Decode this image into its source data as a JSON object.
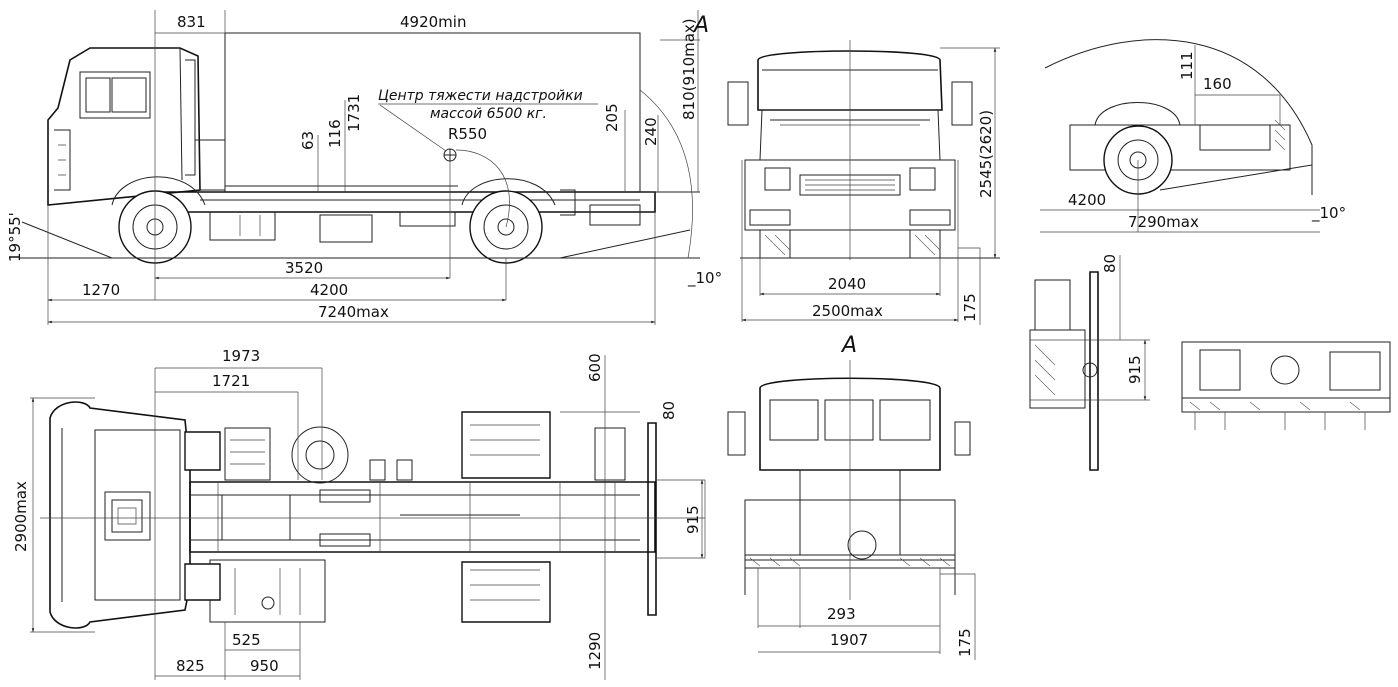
{
  "views": {
    "side": {
      "dims": {
        "cab_offset": "831",
        "body_length": "4920min",
        "height_a": "63",
        "height_b": "116",
        "height_c": "1731",
        "height_d": "205",
        "height_e": "240",
        "top_clear": "810(910max)",
        "radius": "R550",
        "front_overhang": "1270",
        "cog_dist": "3520",
        "wheelbase": "4200",
        "overall_length": "7240max",
        "approach_angle": "19°55'",
        "departure_angle": "_10°"
      },
      "note_line1": "Центр тяжести надстройки",
      "note_line2": "массой 6500 кг.",
      "view_letter": "A"
    },
    "front": {
      "dims": {
        "height": "2545(2620)",
        "track": "2040",
        "width": "2500max",
        "ground": "175"
      }
    },
    "turn": {
      "dims": {
        "d111": "111",
        "d160": "160",
        "wheelbase": "4200",
        "turn_radius": "7290max",
        "angle": "_10°"
      }
    },
    "detail": {
      "dims": {
        "d80": "80",
        "d915": "915"
      }
    },
    "top": {
      "dims": {
        "d1973": "1973",
        "d1721": "1721",
        "d600": "600",
        "d80": "80",
        "d915": "915",
        "width": "2900max",
        "d525": "525",
        "d825": "825",
        "d950": "950",
        "d1290": "1290"
      }
    },
    "rear": {
      "view_letter": "A",
      "dims": {
        "d293": "293",
        "d1907": "1907",
        "ground": "175"
      }
    }
  }
}
